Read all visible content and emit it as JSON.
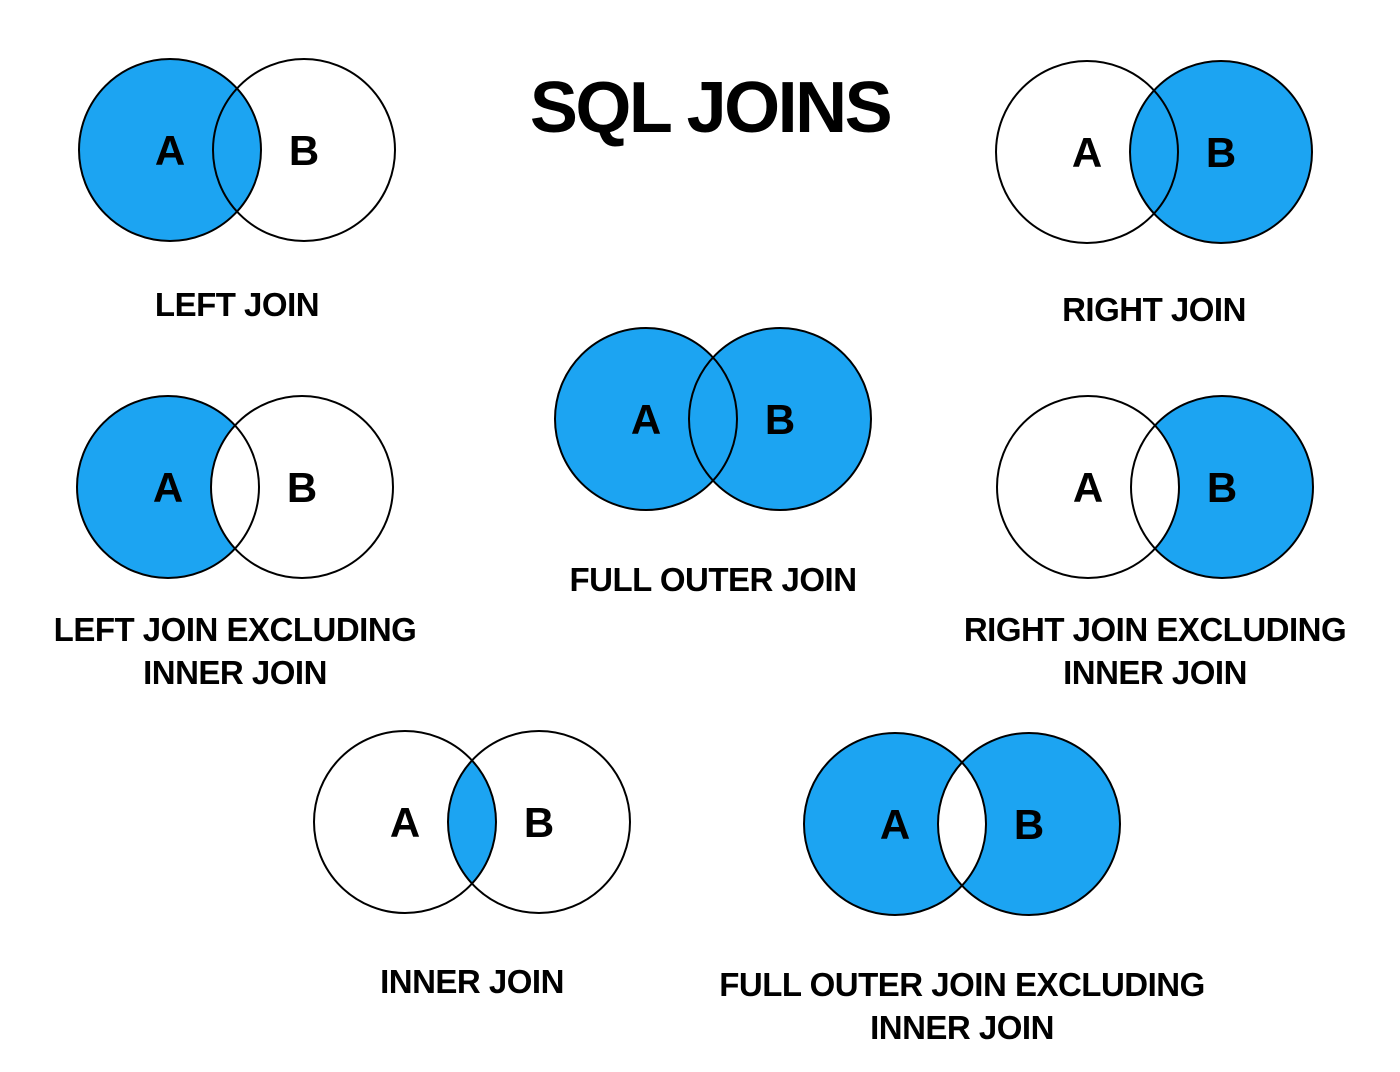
{
  "title": "SQL JOINS",
  "colors": {
    "background": "#FFFFFF",
    "fill_blue": "#1CA4F2",
    "circle_stroke": "#000000",
    "text": "#000000"
  },
  "labels": {
    "left_circle": "A",
    "right_circle": "B"
  },
  "diagrams": [
    {
      "id": "left-join",
      "caption": "LEFT JOIN",
      "regions": {
        "a": true,
        "intersection": true,
        "b": false
      }
    },
    {
      "id": "right-join",
      "caption": "RIGHT JOIN",
      "regions": {
        "a": false,
        "intersection": true,
        "b": true
      }
    },
    {
      "id": "left-join-excluding-inner-join",
      "caption": "LEFT JOIN EXCLUDING\nINNER JOIN",
      "regions": {
        "a": true,
        "intersection": false,
        "b": false
      }
    },
    {
      "id": "full-outer-join",
      "caption": "FULL OUTER JOIN",
      "regions": {
        "a": true,
        "intersection": true,
        "b": true
      }
    },
    {
      "id": "right-join-excluding-inner-join",
      "caption": "RIGHT JOIN EXCLUDING\nINNER JOIN",
      "regions": {
        "a": false,
        "intersection": false,
        "b": true
      }
    },
    {
      "id": "inner-join",
      "caption": "INNER JOIN",
      "regions": {
        "a": false,
        "intersection": true,
        "b": false
      }
    },
    {
      "id": "full-outer-join-excluding-inner-join",
      "caption": "FULL OUTER JOIN EXCLUDING\nINNER JOIN",
      "regions": {
        "a": true,
        "intersection": false,
        "b": true
      }
    }
  ]
}
